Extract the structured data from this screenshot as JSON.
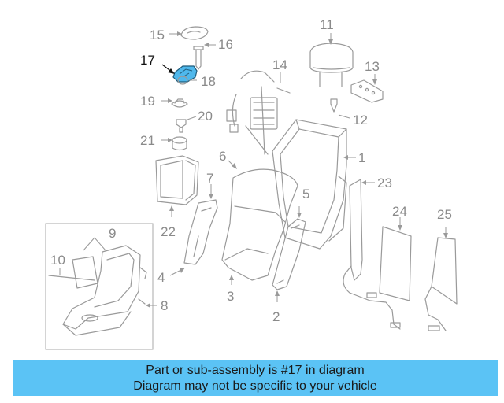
{
  "diagram": {
    "highlight_color": "#4fb8ec",
    "labels": {
      "n1": "1",
      "n2": "2",
      "n3": "3",
      "n4": "4",
      "n5": "5",
      "n6": "6",
      "n7": "7",
      "n8": "8",
      "n9": "9",
      "n10": "10",
      "n11": "11",
      "n12": "12",
      "n13": "13",
      "n14": "14",
      "n15": "15",
      "n16": "16",
      "n17": "17",
      "n18": "18",
      "n19": "19",
      "n20": "20",
      "n21": "21",
      "n22": "22",
      "n23": "23",
      "n24": "24",
      "n25": "25"
    }
  },
  "banner": {
    "line1": "Part or sub-assembly is #17 in diagram",
    "line2": "Diagram may not be specific to your vehicle",
    "color": "#5bc3f5"
  }
}
